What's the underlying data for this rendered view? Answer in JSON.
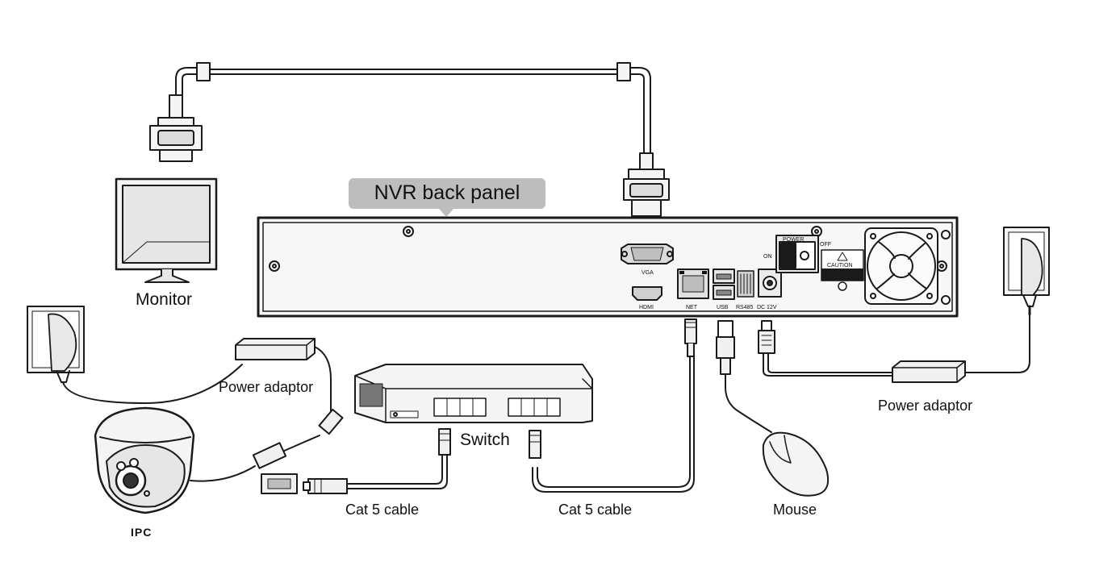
{
  "labels": {
    "nvr_back_panel": "NVR back panel",
    "monitor": "Monitor",
    "power_adaptor_left": "Power adaptor",
    "power_adaptor_right": "Power adaptor",
    "switch": "Switch",
    "ipc": "IPC",
    "cat5_left": "Cat 5 cable",
    "cat5_right": "Cat 5 cable",
    "mouse": "Mouse"
  },
  "panel_ports": {
    "vga": "VGA",
    "hdmi": "HDMI",
    "net": "NET",
    "usb": "USB",
    "rs485": "RS485",
    "dc12v": "DC 12V",
    "power": "POWER",
    "on": "ON",
    "off": "OFF",
    "caution": "CAUTION"
  },
  "colors": {
    "line": "#1a1a1a",
    "callout_bg": "#bdbdbd",
    "fill_light": "#f4f4f4",
    "fill_mid": "#d9d9d9"
  }
}
